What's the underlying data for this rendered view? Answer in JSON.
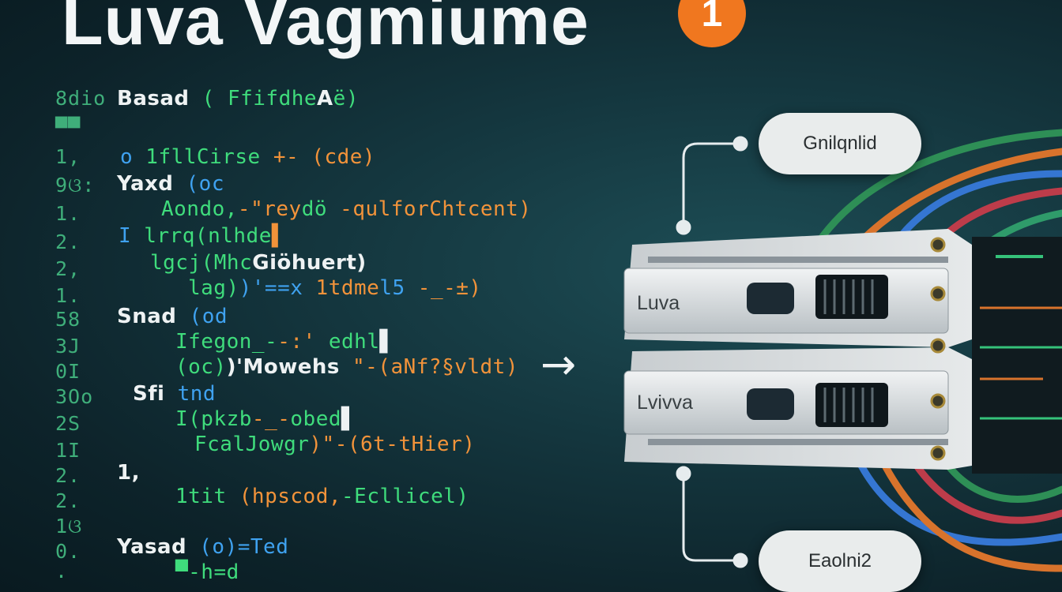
{
  "title": "Luva Vagmiume",
  "title_badge": "1",
  "code": {
    "line_numbers": [
      "8dio",
      "▀▀",
      "1,",
      "9ଓ:",
      "1.",
      "2.",
      "2,",
      "1.",
      "58",
      "3J",
      "0I",
      "3Oo",
      "2S",
      "1I",
      "2.",
      "2.",
      "1ଓ",
      "0.",
      "·"
    ],
    "lines": [
      [
        {
          "t": "Basad",
          "c": "w"
        },
        {
          "t": " ( Ffifdhe",
          "c": "g"
        },
        {
          "t": "A",
          "c": "w"
        },
        {
          "t": "ë)",
          "c": "g"
        }
      ],
      [
        {
          "t": "o",
          "c": "b"
        },
        {
          "t": "    1fllCirse ",
          "c": "g"
        },
        {
          "t": "+-",
          "c": "o"
        },
        {
          "t": " (cde)",
          "c": "o"
        }
      ],
      [
        {
          "t": "Yaxd",
          "c": "w"
        },
        {
          "t": " (oc",
          "c": "b"
        }
      ],
      [
        {
          "t": "Aondo,",
          "c": "g"
        },
        {
          "t": "-\"rey",
          "c": "o"
        },
        {
          "t": "dö",
          "c": "g"
        },
        {
          "t": " -qulforChtcent)",
          "c": "o"
        }
      ],
      [
        {
          "t": "I",
          "c": "b"
        },
        {
          "t": "  lrrq(nlhde",
          "c": "g"
        },
        {
          "t": "▌",
          "c": "o"
        }
      ],
      [
        {
          "t": "lgcj(Mhc",
          "c": "g"
        },
        {
          "t": "Giöhuert)",
          "c": "w"
        }
      ],
      [
        {
          "t": "lag)",
          "c": "g"
        },
        {
          "t": ")'==x",
          "c": "b"
        },
        {
          "t": " 1tdme",
          "c": "o"
        },
        {
          "t": "l5",
          "c": "b"
        },
        {
          "t": " -_-±)",
          "c": "o"
        }
      ],
      [
        {
          "t": "Snad",
          "c": "w"
        },
        {
          "t": " (od",
          "c": "b"
        }
      ],
      [
        {
          "t": "Ifegon_-",
          "c": "g"
        },
        {
          "t": "-:'",
          "c": "o"
        },
        {
          "t": " edhl",
          "c": "g"
        },
        {
          "t": "▌",
          "c": "w"
        }
      ],
      [
        {
          "t": "(oc)",
          "c": "g"
        },
        {
          "t": ")'Mowehs",
          "c": "w"
        },
        {
          "t": " \"-(aNf?§vldt)",
          "c": "o"
        }
      ],
      [
        {
          "t": "Sfi",
          "c": "w"
        },
        {
          "t": " tnd",
          "c": "b"
        }
      ],
      [
        {
          "t": "I(pkzb",
          "c": "g"
        },
        {
          "t": "-_-",
          "c": "o"
        },
        {
          "t": "obed",
          "c": "g"
        },
        {
          "t": "▌",
          "c": "w"
        }
      ],
      [
        {
          "t": "FcalJowgr",
          "c": "g"
        },
        {
          "t": ")\"-(6t-tHier)",
          "c": "o"
        }
      ],
      [
        {
          "t": "1,",
          "c": "w"
        }
      ],
      [
        {
          "t": "1tit ",
          "c": "g"
        },
        {
          "t": " (hpscod,",
          "c": "o"
        },
        {
          "t": "-Ecllicel)",
          "c": "g"
        }
      ],
      [
        {
          "t": "Yasad",
          "c": "w"
        },
        {
          "t": " (o)=Ted",
          "c": "b"
        }
      ],
      [
        {
          "t": "▀-h=d",
          "c": "g"
        }
      ]
    ]
  },
  "right_panel": {
    "top_pill": "Gnilqnlid",
    "bottom_pill": "Eaolni2",
    "unit_top_label": "Luva",
    "unit_bottom_label": "Lvivva"
  },
  "colors": {
    "green": "#3fdc7c",
    "blue": "#3fa2f0",
    "orange": "#f2933a",
    "white": "#eef2f3",
    "badge": "#f0771f"
  },
  "icons": [
    "arrow-right-icon",
    "letter-badge-icon",
    "cable-bundle",
    "server-unit"
  ]
}
